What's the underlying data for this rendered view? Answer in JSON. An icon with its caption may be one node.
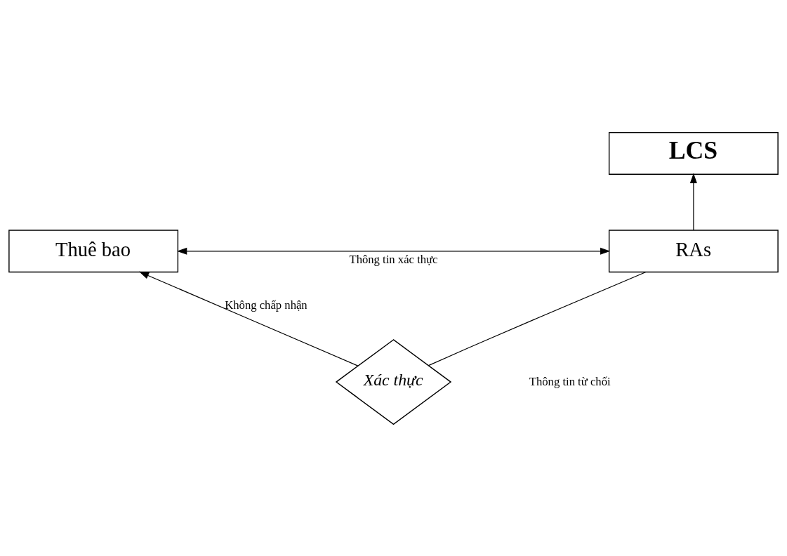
{
  "diagram": {
    "nodes": [
      {
        "text": [
          "LCS"
        ]
      },
      {
        "text": [
          "Thuê bao"
        ]
      },
      {
        "text": [
          "RAs"
        ]
      },
      {
        "text": [
          "Xác thực"
        ]
      }
    ],
    "edges": [
      {
        "from": 2,
        "to": 0,
        "arrow": "to"
      },
      {
        "from": 1,
        "to": 2,
        "arrow": "both",
        "label": "Thông tin xác thực"
      },
      {
        "from": 3,
        "to": 2,
        "arrow": "none"
      },
      {
        "from": 3,
        "to": 1,
        "arrow": "to",
        "label": "Không chấp nhận"
      }
    ],
    "labels": [
      "Thông tin từ chối"
    ]
  }
}
